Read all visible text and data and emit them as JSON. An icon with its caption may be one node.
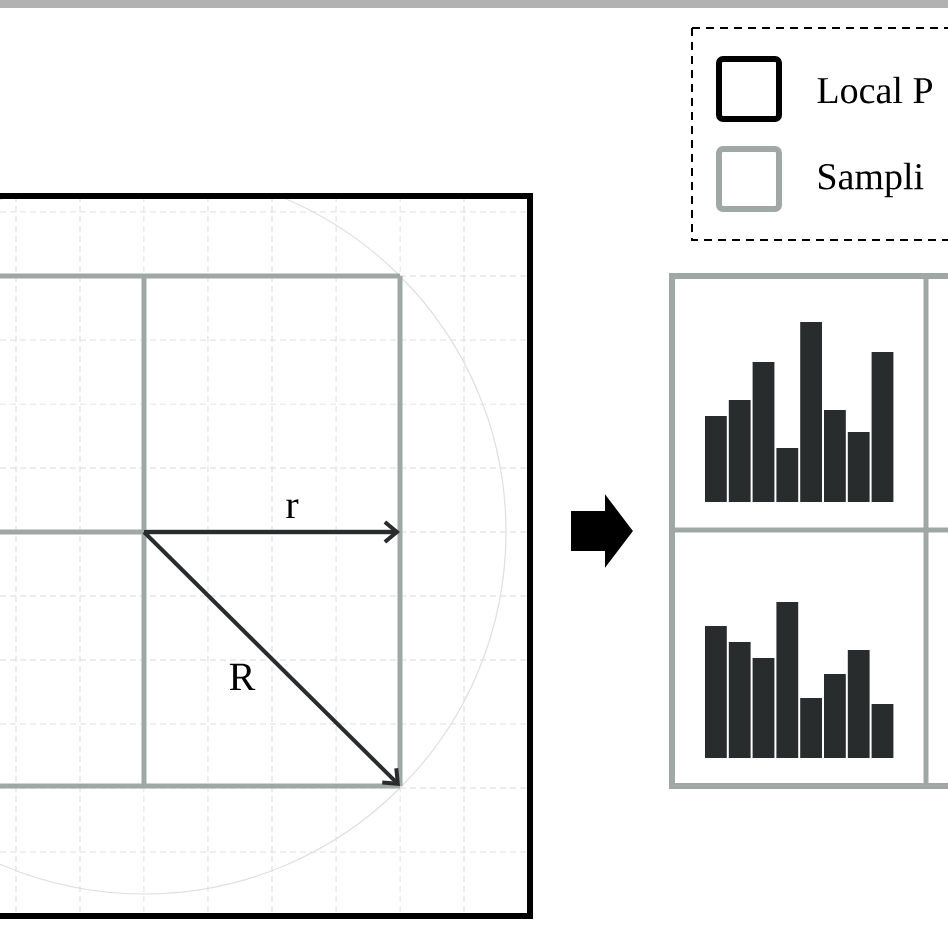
{
  "diagram": {
    "nodes": [
      {
        "text": [],
        "shape": "box"
      },
      {
        "text": [],
        "shape": "box"
      }
    ],
    "edges": [
      {
        "from": 0,
        "to": 1,
        "arrow": "to"
      }
    ],
    "labels": [
      "r",
      "R"
    ],
    "legend": [
      {
        "text": "Local P"
      },
      {
        "text": "Sampli"
      }
    ]
  }
}
